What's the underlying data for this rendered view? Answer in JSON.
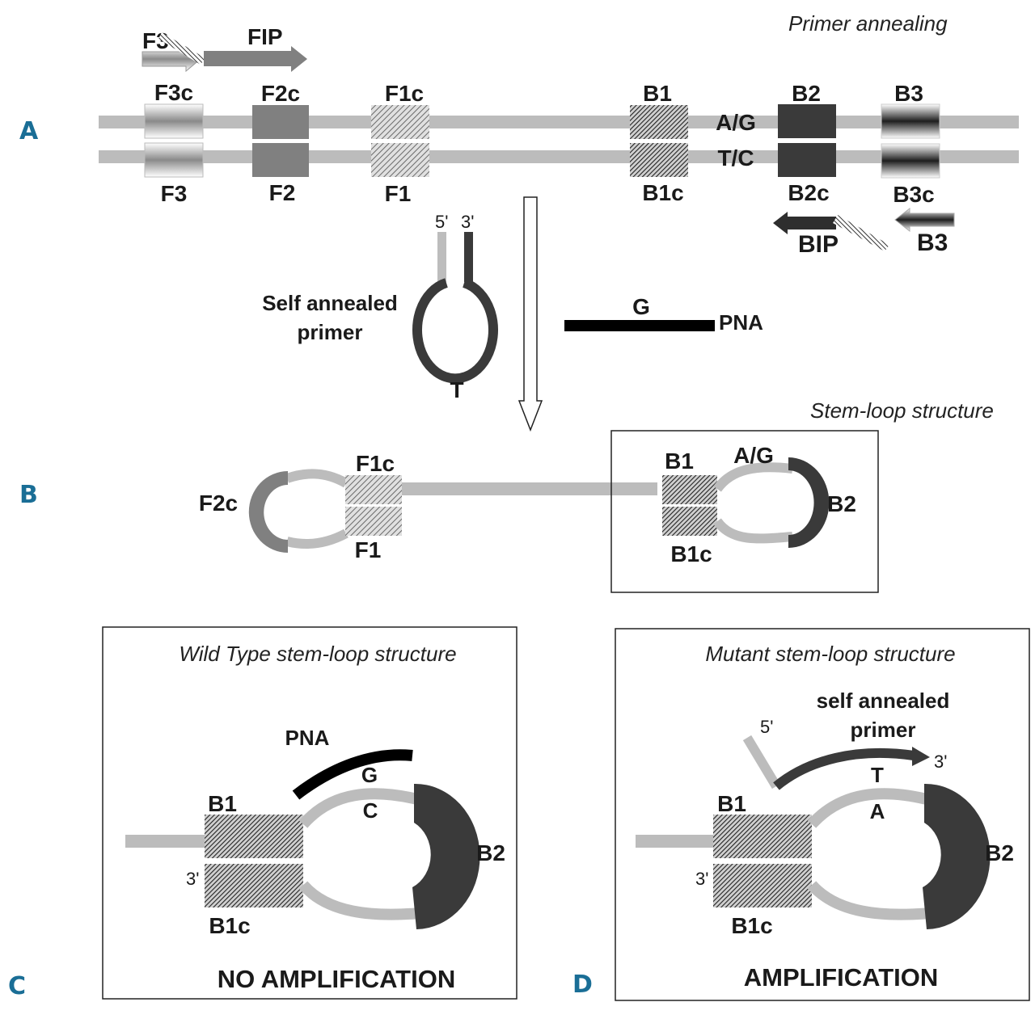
{
  "titles": {
    "primer_annealing": "Primer annealing",
    "stem_loop": "Stem-loop structure",
    "wild_type": "Wild Type stem-loop structure",
    "mutant": "Mutant stem-loop structure"
  },
  "panels": {
    "a": "A",
    "b": "B",
    "c": "C",
    "d": "D"
  },
  "colors": {
    "panel_label": "#1a6e96",
    "strand": "#bcbcbc",
    "f2_region": "#808080",
    "b2_region": "#3a3a3a",
    "pna": "#000000"
  },
  "panel_a": {
    "primers": {
      "f3": "F3",
      "fip": "FIP",
      "bip": "BIP",
      "b3": "B3"
    },
    "top_labels": [
      "F3c",
      "F2c",
      "F1c",
      "B1",
      "B2",
      "B3"
    ],
    "bottom_labels": [
      "F3",
      "F2",
      "F1",
      "B1c",
      "B2c",
      "B3c"
    ],
    "snp_top": "A/G",
    "snp_bottom": "T/C",
    "self_primer": {
      "line1": "Self annealed",
      "line2": "primer",
      "end5": "5'",
      "end3": "3'",
      "base": "T"
    },
    "pna": {
      "base": "G",
      "label": "PNA"
    }
  },
  "panel_b": {
    "f2c": "F2c",
    "f1c": "F1c",
    "f1": "F1",
    "b1": "B1",
    "b1c": "B1c",
    "b2": "B2",
    "snp": "A/G"
  },
  "panel_c": {
    "pna": "PNA",
    "pna_base": "G",
    "target_base": "C",
    "b1": "B1",
    "b1c": "B1c",
    "b2": "B2",
    "end3": "3'",
    "result": "NO AMPLIFICATION"
  },
  "panel_d": {
    "primer_line1": "self annealed",
    "primer_line2": "primer",
    "end5": "5'",
    "end3_primer": "3'",
    "primer_base": "T",
    "target_base": "A",
    "b1": "B1",
    "b1c": "B1c",
    "b2": "B2",
    "end3": "3'",
    "result": "AMPLIFICATION"
  }
}
